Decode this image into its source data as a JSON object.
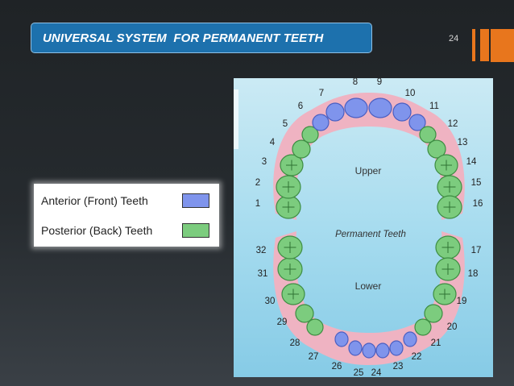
{
  "slide": {
    "title": "UNIVERSAL SYSTEM  FOR PERMANENT TEETH",
    "page_number": "24"
  },
  "legend": {
    "anterior": {
      "label": "Anterior (Front) Teeth",
      "color": "#7f94ec"
    },
    "posterior": {
      "label": "Posterior (Back) Teeth",
      "color": "#7ccc7e"
    }
  },
  "diagram": {
    "upper_label": "Upper",
    "lower_label": "Lower",
    "caption": "Permanent Teeth",
    "gum_color": "#efb3c2",
    "teeth": [
      {
        "number": "1",
        "type": "posterior"
      },
      {
        "number": "2",
        "type": "posterior"
      },
      {
        "number": "3",
        "type": "posterior"
      },
      {
        "number": "4",
        "type": "posterior"
      },
      {
        "number": "5",
        "type": "posterior"
      },
      {
        "number": "6",
        "type": "anterior"
      },
      {
        "number": "7",
        "type": "anterior"
      },
      {
        "number": "8",
        "type": "anterior"
      },
      {
        "number": "9",
        "type": "anterior"
      },
      {
        "number": "10",
        "type": "anterior"
      },
      {
        "number": "11",
        "type": "anterior"
      },
      {
        "number": "12",
        "type": "posterior"
      },
      {
        "number": "13",
        "type": "posterior"
      },
      {
        "number": "14",
        "type": "posterior"
      },
      {
        "number": "15",
        "type": "posterior"
      },
      {
        "number": "16",
        "type": "posterior"
      },
      {
        "number": "17",
        "type": "posterior"
      },
      {
        "number": "18",
        "type": "posterior"
      },
      {
        "number": "19",
        "type": "posterior"
      },
      {
        "number": "20",
        "type": "posterior"
      },
      {
        "number": "21",
        "type": "posterior"
      },
      {
        "number": "22",
        "type": "anterior"
      },
      {
        "number": "23",
        "type": "anterior"
      },
      {
        "number": "24",
        "type": "anterior"
      },
      {
        "number": "25",
        "type": "anterior"
      },
      {
        "number": "26",
        "type": "anterior"
      },
      {
        "number": "27",
        "type": "anterior"
      },
      {
        "number": "28",
        "type": "posterior"
      },
      {
        "number": "29",
        "type": "posterior"
      },
      {
        "number": "30",
        "type": "posterior"
      },
      {
        "number": "31",
        "type": "posterior"
      },
      {
        "number": "32",
        "type": "posterior"
      }
    ]
  }
}
